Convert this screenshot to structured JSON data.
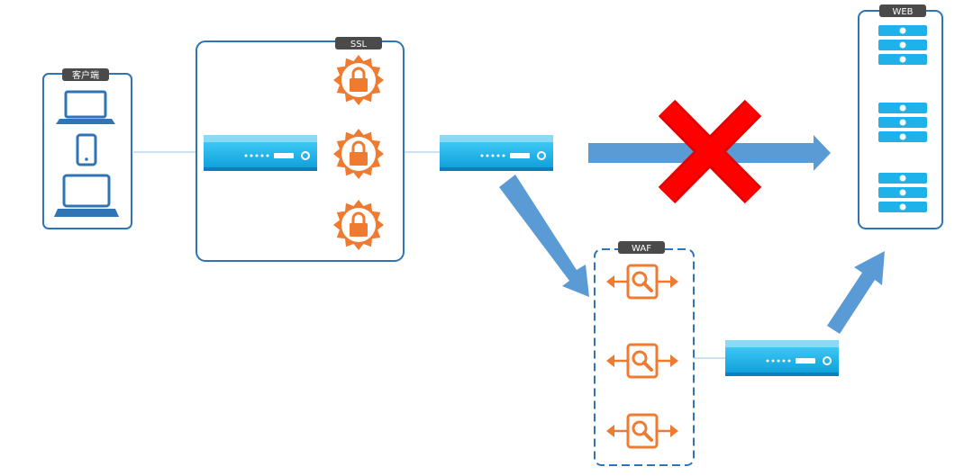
{
  "groups": {
    "client": {
      "label": "客户端"
    },
    "ssl": {
      "label": "SSL"
    },
    "web": {
      "label": "WEB"
    },
    "waf": {
      "label": "WAF"
    }
  },
  "colors": {
    "border_blue": "#2f74b5",
    "device_blue": "#1fb1ea",
    "device_dark": "#0b7fbf",
    "arrow_blue": "#5b9bd5",
    "orange": "#ee7b30",
    "label_bg": "#4a4a4a",
    "cross_red": "#ff0000"
  },
  "icons": {
    "client_devices": [
      "laptop-icon",
      "phone-icon",
      "laptop-icon"
    ],
    "ssl_items": [
      "lock-gear-icon",
      "lock-gear-icon",
      "lock-gear-icon"
    ],
    "waf_items": [
      "magnifier-inspect-icon",
      "magnifier-inspect-icon",
      "magnifier-inspect-icon"
    ],
    "web_servers": [
      "server-stack-icon",
      "server-stack-icon",
      "server-stack-icon"
    ],
    "blocked_path": "red-x-icon"
  }
}
